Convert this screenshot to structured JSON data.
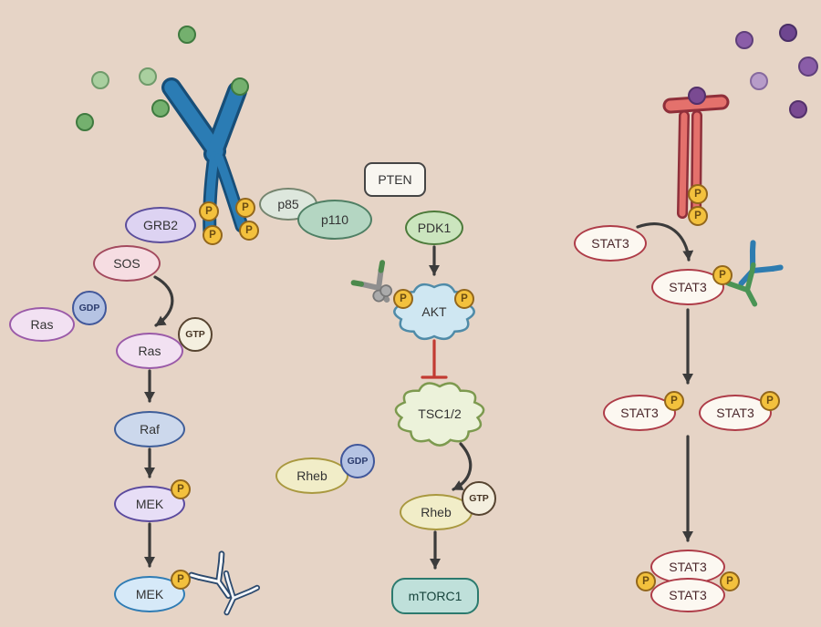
{
  "colors": {
    "background": "#e6d4c6",
    "arrow": "#3b3b3b",
    "inhibition": "#c23b32",
    "phospho_fill": "#f3c13d",
    "phospho_border": "#93671c",
    "receptor_blue": "#2b7cb4",
    "receptor_red": "#e4716c",
    "ligand_green": "#74b06e",
    "ligand_purple": "#8a5da8",
    "mtorc1_fill": "#bfe0da",
    "stat3_border": "#ae3c48"
  },
  "labels": {
    "grb2": "GRB2",
    "sos": "SOS",
    "ras": "Ras",
    "raf": "Raf",
    "mek": "MEK",
    "gdp": "GDP",
    "gtp": "GTP",
    "p85": "p85",
    "p110": "p110",
    "pten": "PTEN",
    "pdk1": "PDK1",
    "akt": "AKT",
    "tsc12": "TSC1/2",
    "rheb": "Rheb",
    "mtorc1": "mTORC1",
    "stat3": "STAT3",
    "phospho": "P"
  },
  "icons": {
    "rtk_receptor": "rtk-receptor-icon",
    "cytokine_receptor": "cytokine-receptor-icon",
    "green_ligand": "green-ligand-icon",
    "purple_ligand": "purple-ligand-icon",
    "antibody": "antibody-icon"
  }
}
